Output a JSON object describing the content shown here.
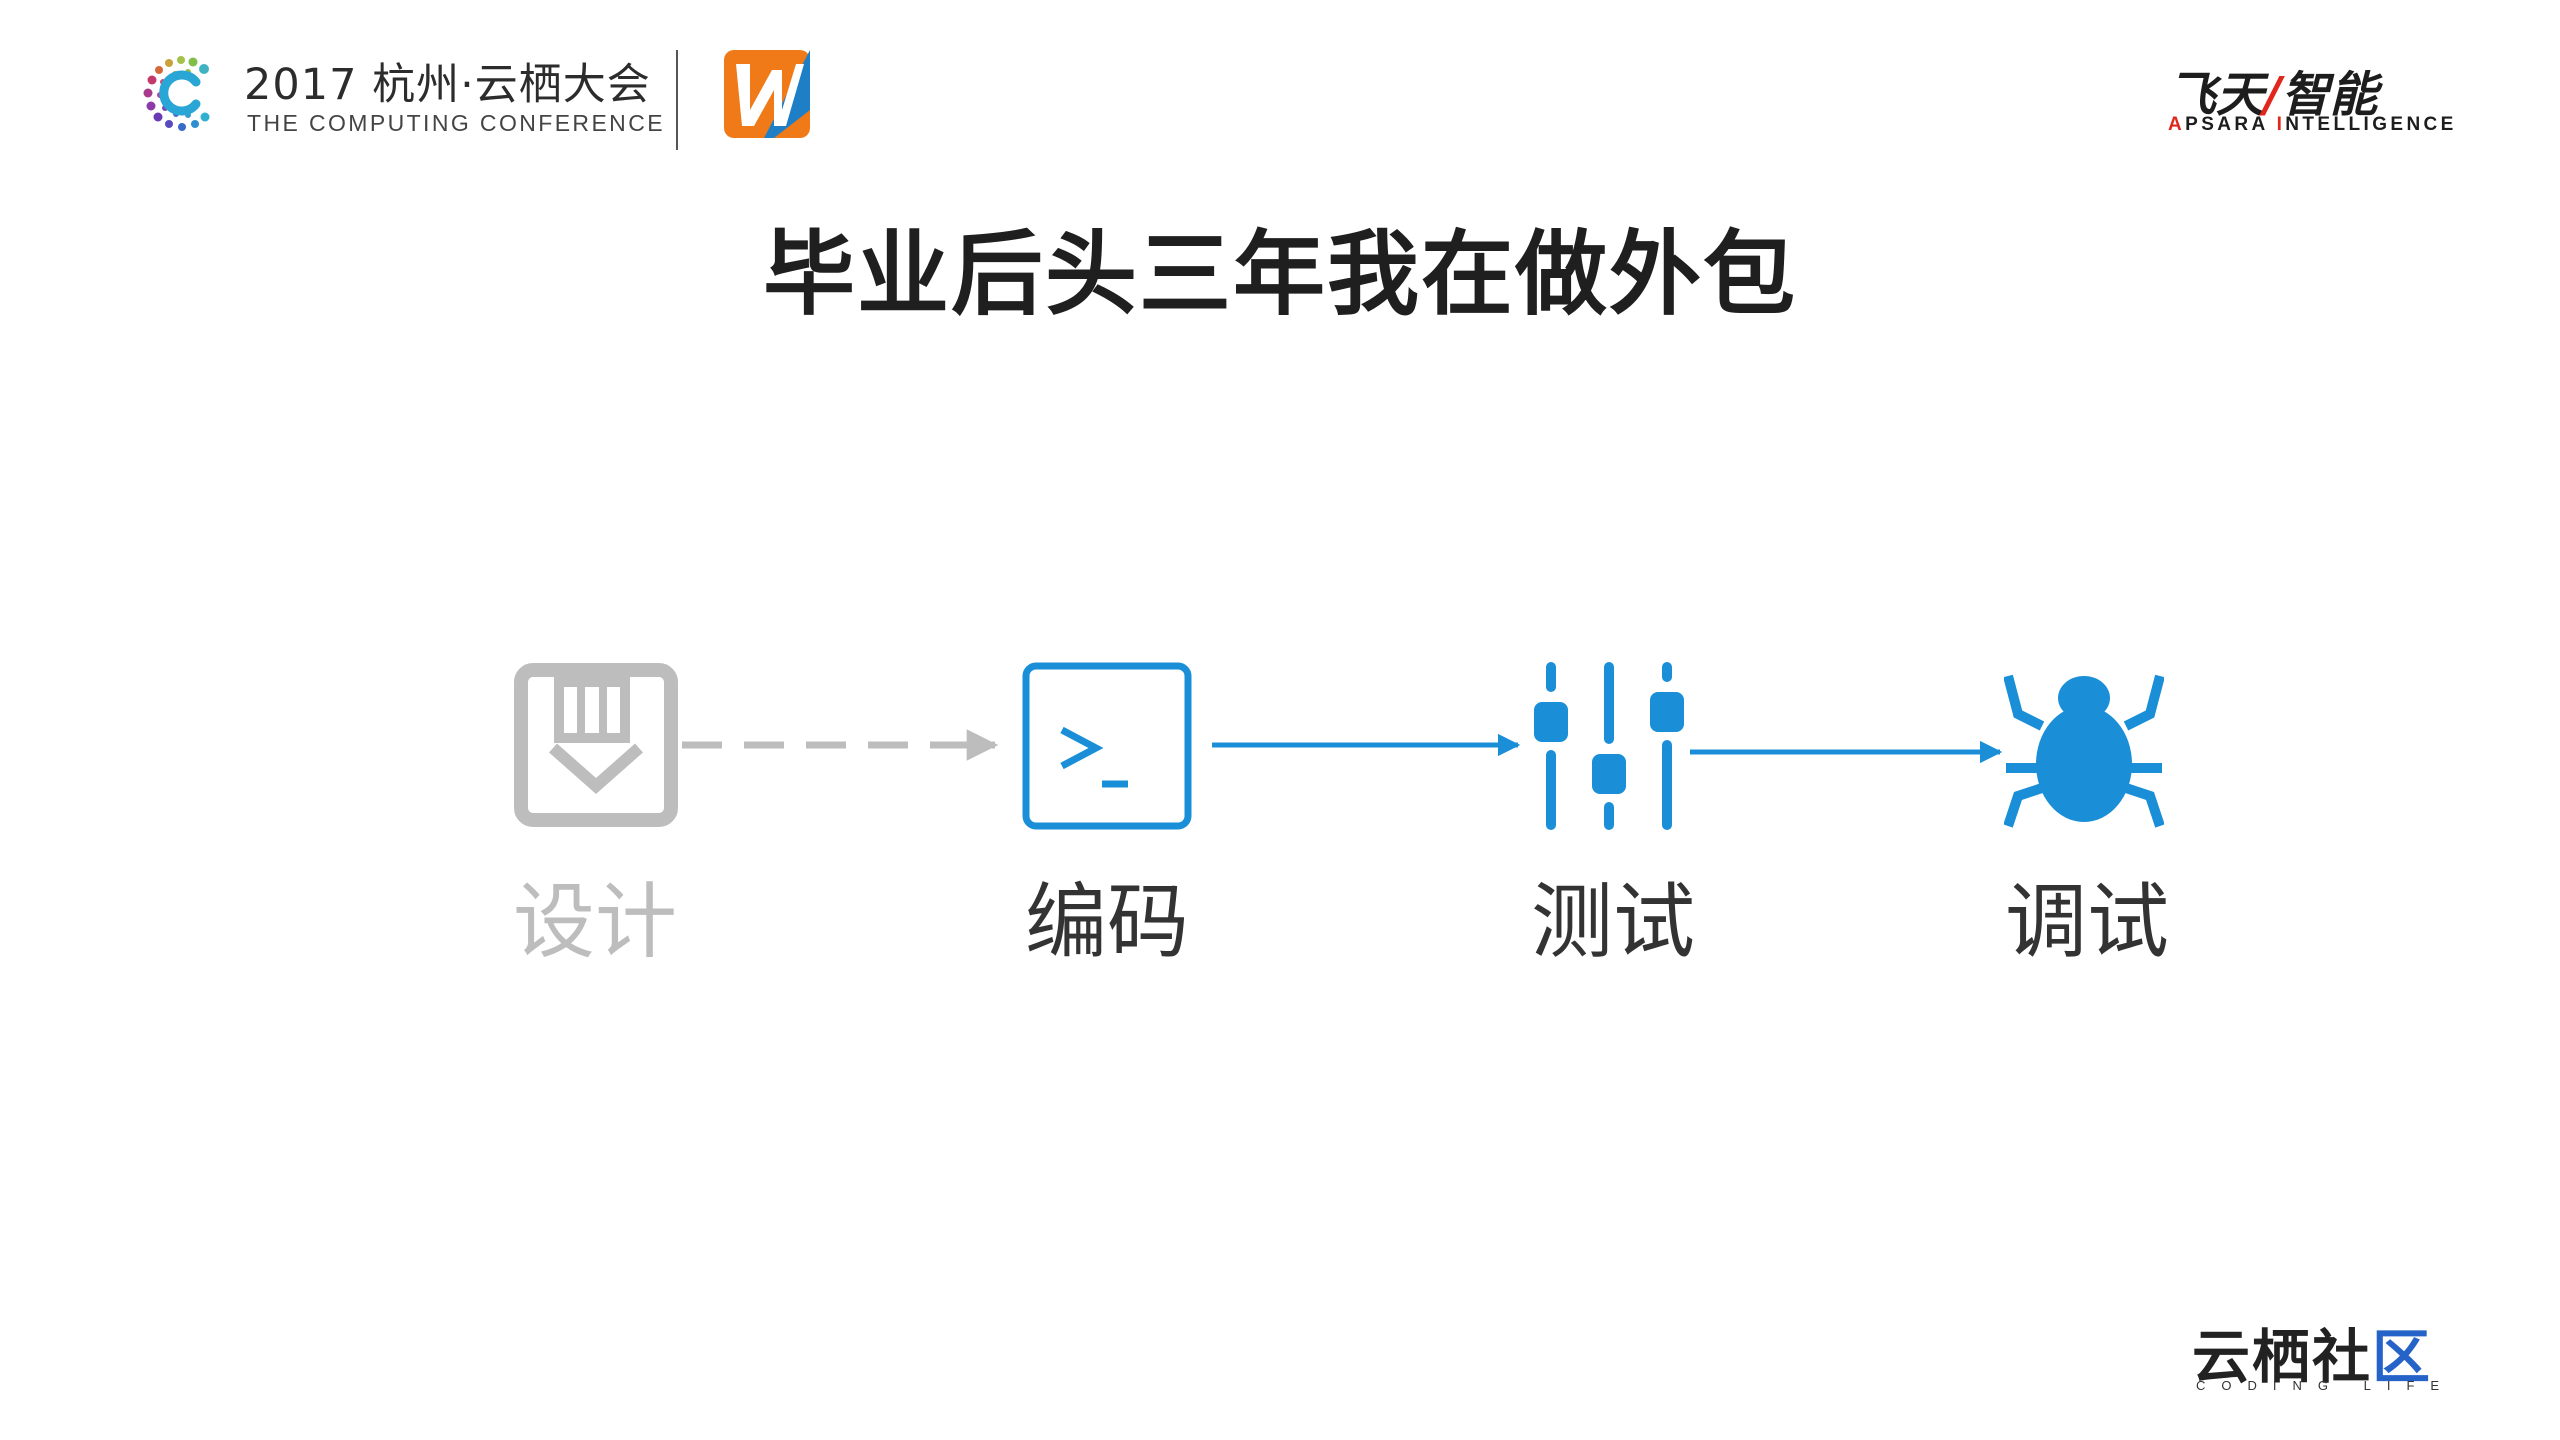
{
  "header": {
    "conference_title": "2017 杭州·云栖大会",
    "conference_subtitle": "THE COMPUTING CONFERENCE",
    "brand_cn_left": "飞天",
    "brand_cn_slash": "/",
    "brand_cn_right": "智能",
    "brand_en_a": "A",
    "brand_en_psara": "PSARA ",
    "brand_en_i": "I",
    "brand_en_ntelligence": "NTELLIGENCE"
  },
  "title": "毕业后头三年我在做外包",
  "flow": {
    "steps": [
      {
        "label": "设计",
        "icon": "pencil-down-icon",
        "state": "inactive"
      },
      {
        "label": "编码",
        "icon": "terminal-icon",
        "state": "active"
      },
      {
        "label": "测试",
        "icon": "sliders-icon",
        "state": "active"
      },
      {
        "label": "调试",
        "icon": "bug-icon",
        "state": "active"
      }
    ]
  },
  "footer": {
    "community_cn_main": "云栖社",
    "community_cn_last": "区",
    "community_en": "CODING LIFE"
  },
  "colors": {
    "accent_blue": "#1a8fd8",
    "inactive_gray": "#bdbdbd",
    "brand_red": "#e1261c",
    "w_orange": "#f07a18",
    "w_blue": "#1e7fc6"
  }
}
